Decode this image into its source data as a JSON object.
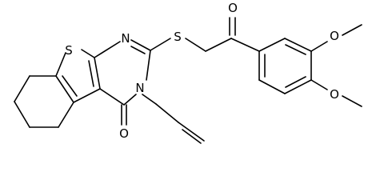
{
  "molecule": {
    "atoms": {
      "sulfur_ring": "S",
      "nitrogen_top": "N",
      "sulfur_thioether": "S",
      "oxygen_ketone": "O",
      "oxygen_methoxy_upper": "O",
      "oxygen_methoxy_lower": "O",
      "nitrogen_lower": "N",
      "oxygen_carbonyl": "O"
    }
  }
}
